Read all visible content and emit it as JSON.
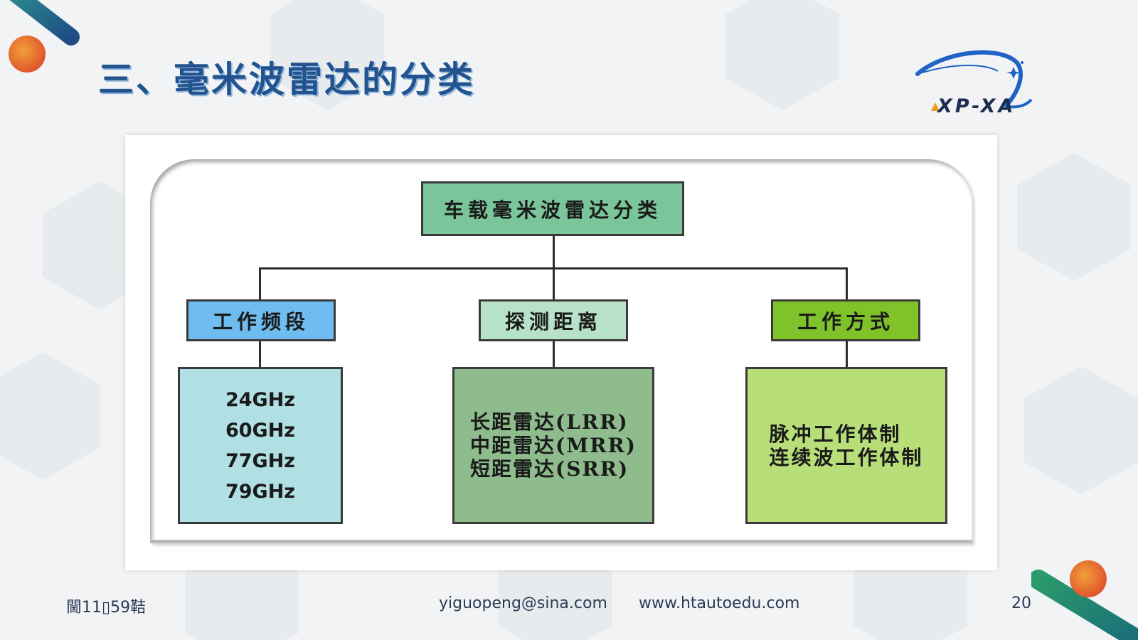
{
  "slide": {
    "title": "三、毫米波雷达的分类",
    "logo_text": "XP-XA"
  },
  "diagram": {
    "root": "车载毫米波雷达分类",
    "branches": [
      {
        "label": "工作频段",
        "color": "#6ebcf0",
        "items": [
          "24GHz",
          "60GHz",
          "77GHz",
          "79GHz"
        ],
        "leaf_color": "#b0dfe4"
      },
      {
        "label": "探测距离",
        "color": "#b8e1c9",
        "items": [
          "长距雷达(LRR)",
          "中距雷达(MRR)",
          "短距雷达(SRR)"
        ],
        "leaf_color": "#8ebc8c"
      },
      {
        "label": "工作方式",
        "color": "#7fc22a",
        "items": [
          "脉冲工作体制",
          "连续波工作体制"
        ],
        "leaf_color": "#b8de7a"
      }
    ],
    "root_color": "#7ac59a"
  },
  "footer": {
    "date": "閫11▯59鞊",
    "email": "yiguopeng@sina.com",
    "website": "www.htautoedu.com",
    "page_number": "20"
  }
}
